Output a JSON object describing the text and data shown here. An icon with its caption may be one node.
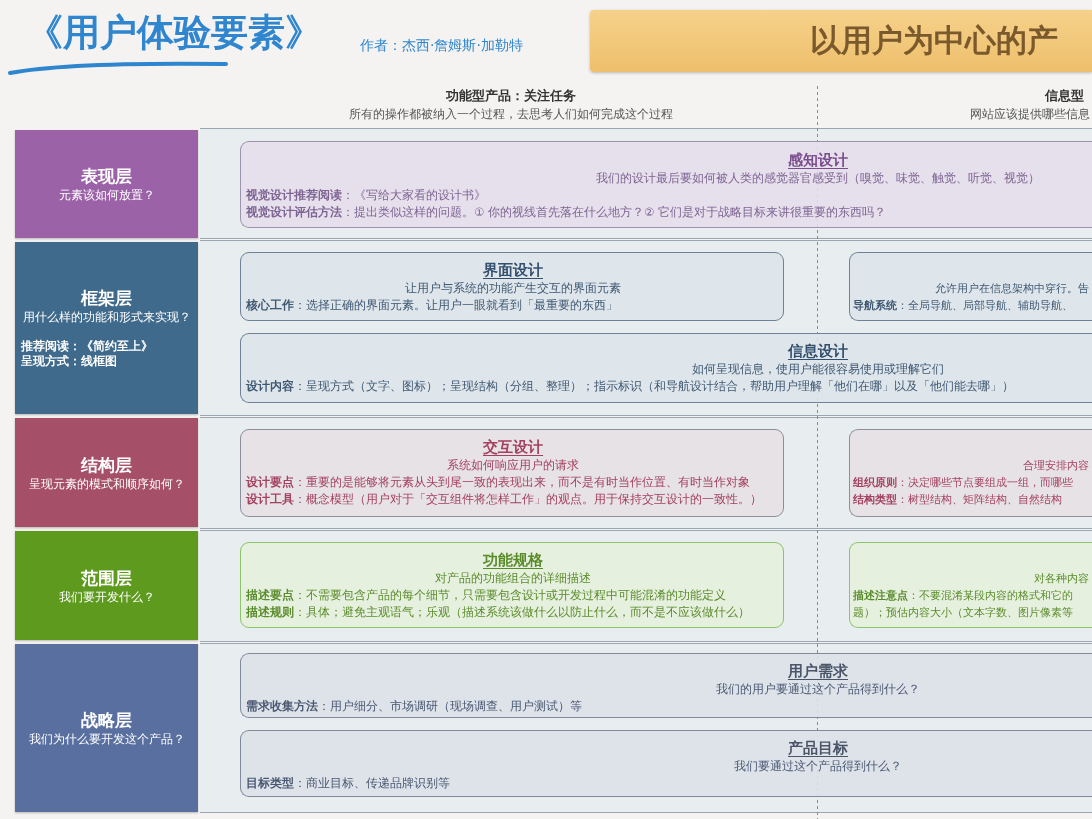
{
  "diagram": {
    "title": "《用户体验要素》",
    "nodes": [
      {
        "text": [
          "以用户为中心的产"
        ]
      },
      {
        "text": [
          "表现层",
          "元素该如何放置？"
        ]
      },
      {
        "text": [
          "感知设计",
          "我们的设计最后要如何被人类的感觉器官感受到（嗅觉、味觉、触觉、听觉、视觉）",
          "**视觉设计推荐阅读**：《写给大家看的设计书》",
          "**视觉设计评估方法**：提出类似这样的问题。① 你的视线首先落在什么地方？② 它们是对于战略目标来讲很重要的东西吗？"
        ]
      },
      {
        "text": [
          "框架层",
          "用什么样的功能和形式来实现？",
          "推荐阅读：《简约至上》",
          "呈现方式：线框图"
        ]
      },
      {
        "text": [
          "界面设计",
          "让用户与系统的功能产生交互的界面元素",
          "**核心工作**：选择正确的界面元素。让用户一眼就看到「最重要的东西」"
        ]
      },
      {
        "text": [
          "允许用户在信息架构中穿行。告",
          "**导航系统**：全局导航、局部导航、辅助导航、"
        ]
      },
      {
        "text": [
          "信息设计",
          "如何呈现信息，使用户能很容易使用或理解它们",
          "**设计内容**：呈现方式（文字、图标）；呈现结构（分组、整理）；指示标识（和导航设计结合，帮助用户理解「他们在哪」以及「他们能去哪」）"
        ]
      },
      {
        "text": [
          "结构层",
          "呈现元素的模式和顺序如何？"
        ]
      },
      {
        "text": [
          "交互设计",
          "系统如何响应用户的请求",
          "**设计要点**：重要的是能够将元素从头到尾一致的表现出来，而不是有时当作位置、有时当作对象",
          "**设计工具**：概念模型（用户对于「交互组件将怎样工作」的观点。用于保持交互设计的一致性。）"
        ]
      },
      {
        "text": [
          "合理安排内容",
          "**组织原则**：决定哪些节点要组成一组，而哪些",
          "**结构类型**：树型结构、矩阵结构、自然结构"
        ]
      },
      {
        "text": [
          "范围层",
          "我们要开发什么？"
        ]
      },
      {
        "text": [
          "功能规格",
          "对产品的功能组合的详细描述",
          "**描述要点**：不需要包含产品的每个细节，只需要包含设计或开发过程中可能混淆的功能定义",
          "**描述规则**：具体；避免主观语气；乐观（描述系统该做什么以防止什么，而不是不应该做什么）"
        ]
      },
      {
        "text": [
          "对各种内容",
          "**描述注意点**：不要混淆某段内容的格式和它的",
          "题）；预估内容大小（文本字数、图片像素等"
        ]
      },
      {
        "text": [
          "战略层",
          "我们为什么要开发这个产品？"
        ]
      },
      {
        "text": [
          "用户需求",
          "我们的用户要通过这个产品得到什么？",
          "**需求收集方法**：用户细分、市场调研（现场调查、用户测试）等"
        ]
      },
      {
        "text": [
          "产品目标",
          "我们要通过这个产品得到什么？",
          "**目标类型**：商业目标、传递品牌识别等"
        ]
      }
    ],
    "labels": [
      "作者：杰西·詹姆斯·加勒特",
      "功能型产品：关注任务",
      "所有的操作都被纳入一个过程，去思考人们如何完成这个过程",
      "信息型",
      "网站应该提供哪些信息"
    ]
  }
}
